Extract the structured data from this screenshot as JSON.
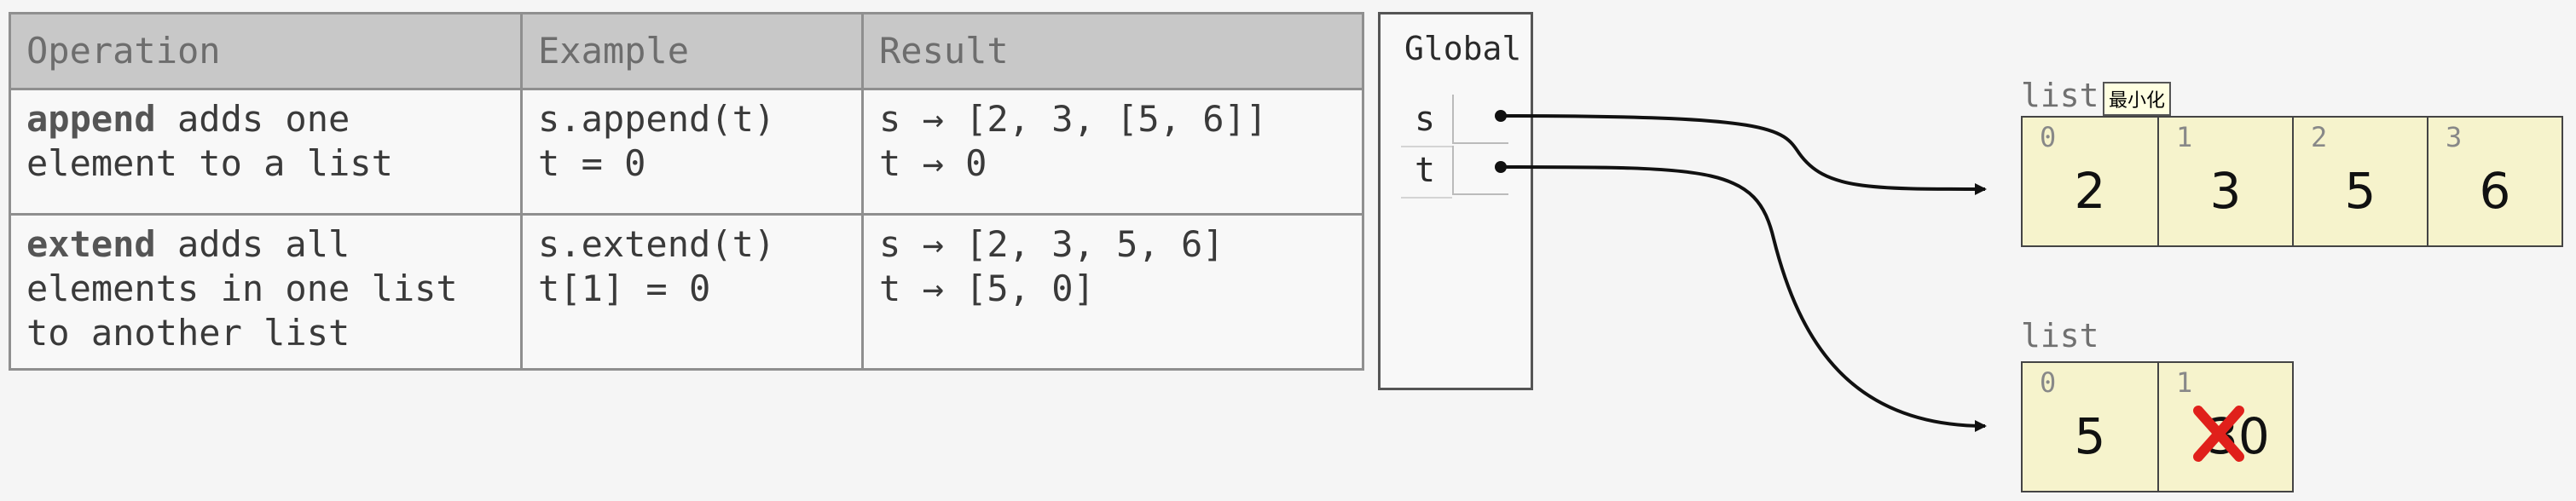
{
  "table": {
    "headers": [
      "Operation",
      "Example",
      "Result"
    ],
    "rows": [
      {
        "keyword": "append",
        "description": " adds one\nelement to a list",
        "example": "s.append(t)\nt = 0",
        "result": "s → [2, 3, [5, 6]]\nt → 0"
      },
      {
        "keyword": "extend",
        "description": " adds all\nelements in one list\nto another list",
        "example": "s.extend(t)\nt[1] = 0",
        "result": "s → [2, 3, 5, 6]\nt → [5, 0]"
      }
    ]
  },
  "frame": {
    "title": "Global",
    "vars": [
      {
        "name": "s"
      },
      {
        "name": "t"
      }
    ]
  },
  "lists": [
    {
      "label": "list",
      "indices": [
        "0",
        "1",
        "2",
        "3"
      ],
      "values": [
        "2",
        "3",
        "5",
        "6"
      ]
    },
    {
      "label": "list",
      "indices": [
        "0",
        "1"
      ],
      "values": [
        "5",
        "0"
      ],
      "crossed_old_value": "3"
    }
  ],
  "tooltip": {
    "text": "最小化"
  },
  "colors": {
    "cell_bg": "#f6f3cc",
    "cross": "#e0201b",
    "header_bg": "#c8c8c8"
  },
  "icons": {
    "cross": "cross-icon",
    "arrow": "pointer-arrow"
  }
}
